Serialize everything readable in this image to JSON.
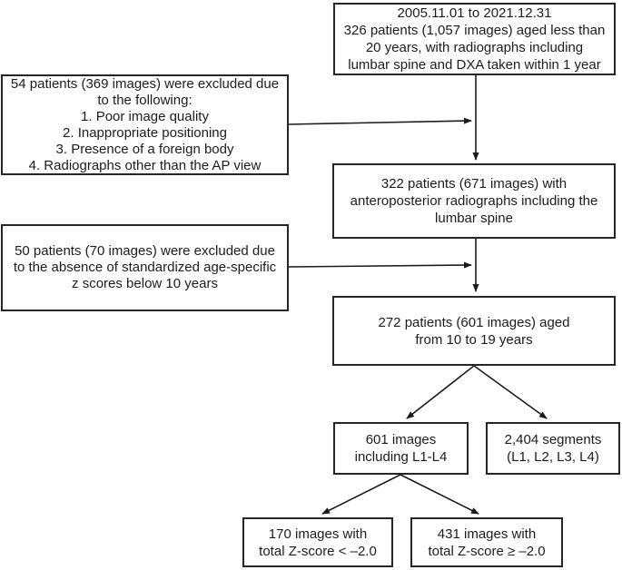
{
  "figure_type": "patient-selection-flowchart",
  "colors": {
    "background": "#ffffff",
    "box_border": "#262626",
    "text": "#1c1c1c",
    "arrow": "#1c1c1c"
  },
  "boxes": {
    "initial": "2005.11.01 to 2021.12.31\n326 patients (1,057 images) aged less than\n20 years, with radiographs including\nlumbar spine and DXA taken within 1 year",
    "excluded1": "54 patients (369 images) were excluded due\nto the following:\n1. Poor image quality\n2. Inappropriate positioning\n3. Presence of a foreign body\n4. Radiographs other than the AP view",
    "ap": "322 patients (671 images) with\nanteroposterior radiographs including the\nlumbar spine",
    "excluded2": "50 patients (70 images) were excluded due\nto the absence of standardized age-specific\nz scores below 10 years",
    "aged": "272 patients (601 images) aged\nfrom 10 to 19 years",
    "images": "601 images\nincluding L1-L4",
    "segments": "2,404 segments\n(L1, L2, L3, L4)",
    "low": "170 images with\ntotal Z-score < –2.0",
    "high": "431 images with\ntotal Z-score ≥ –2.0"
  },
  "edges": [
    {
      "from": "initial",
      "to": "ap"
    },
    {
      "from": "excluded1",
      "to": "flow-initial-ap"
    },
    {
      "from": "ap",
      "to": "aged"
    },
    {
      "from": "excluded2",
      "to": "flow-ap-aged"
    },
    {
      "from": "aged",
      "to": "images"
    },
    {
      "from": "aged",
      "to": "segments"
    },
    {
      "from": "images",
      "to": "low"
    },
    {
      "from": "images",
      "to": "high"
    }
  ]
}
